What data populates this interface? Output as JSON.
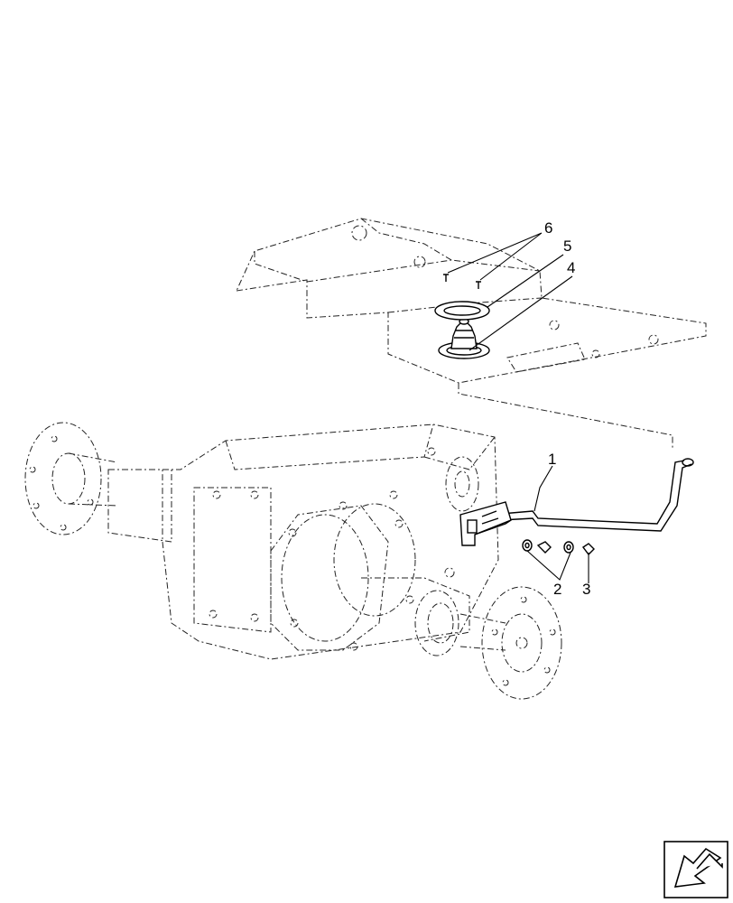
{
  "callouts": {
    "c1": "1",
    "c2": "2",
    "c3": "3",
    "c4": "4",
    "c5": "5",
    "c6": "6"
  },
  "icons": {
    "nav": "return-arrow-icon"
  }
}
